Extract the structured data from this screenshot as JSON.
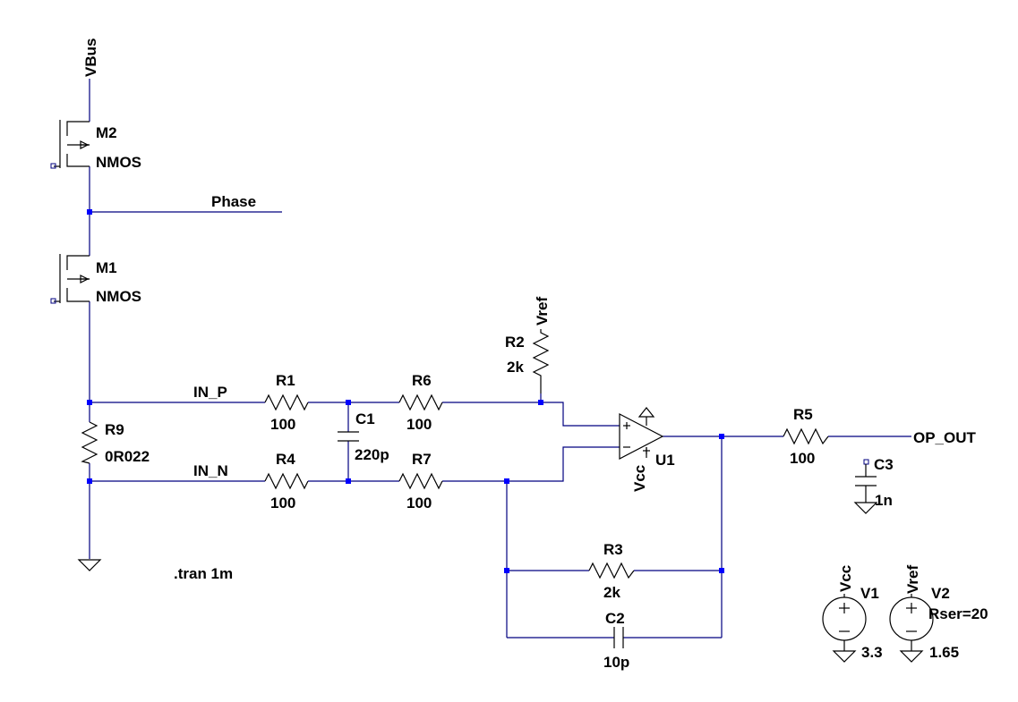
{
  "colors": {
    "wire": "#000080",
    "symbol": "#000000",
    "junction": "#0000ff",
    "background": "#ffffff"
  },
  "nets": {
    "vbus": "VBus",
    "phase": "Phase",
    "in_p": "IN_P",
    "in_n": "IN_N",
    "vref": "Vref",
    "vcc": "Vcc",
    "op_out": "OP_OUT"
  },
  "components": {
    "m2": {
      "name": "M2",
      "model": "NMOS"
    },
    "m1": {
      "name": "M1",
      "model": "NMOS"
    },
    "r9": {
      "name": "R9",
      "value": "0R022"
    },
    "r1": {
      "name": "R1",
      "value": "100"
    },
    "r4": {
      "name": "R4",
      "value": "100"
    },
    "c1": {
      "name": "C1",
      "value": "220p"
    },
    "r6": {
      "name": "R6",
      "value": "100"
    },
    "r7": {
      "name": "R7",
      "value": "100"
    },
    "r2": {
      "name": "R2",
      "value": "2k"
    },
    "u1": {
      "name": "U1",
      "supply": "Vcc"
    },
    "r3": {
      "name": "R3",
      "value": "2k"
    },
    "c2": {
      "name": "C2",
      "value": "10p"
    },
    "r5": {
      "name": "R5",
      "value": "100"
    },
    "c3": {
      "name": "C3",
      "value": "1n"
    },
    "v1": {
      "name": "V1",
      "net": "Vcc",
      "value": "3.3"
    },
    "v2": {
      "name": "V2",
      "net": "Vref",
      "value": "1.65",
      "extra": "Rser=20"
    }
  },
  "directives": {
    "tran": ".tran 1m"
  }
}
